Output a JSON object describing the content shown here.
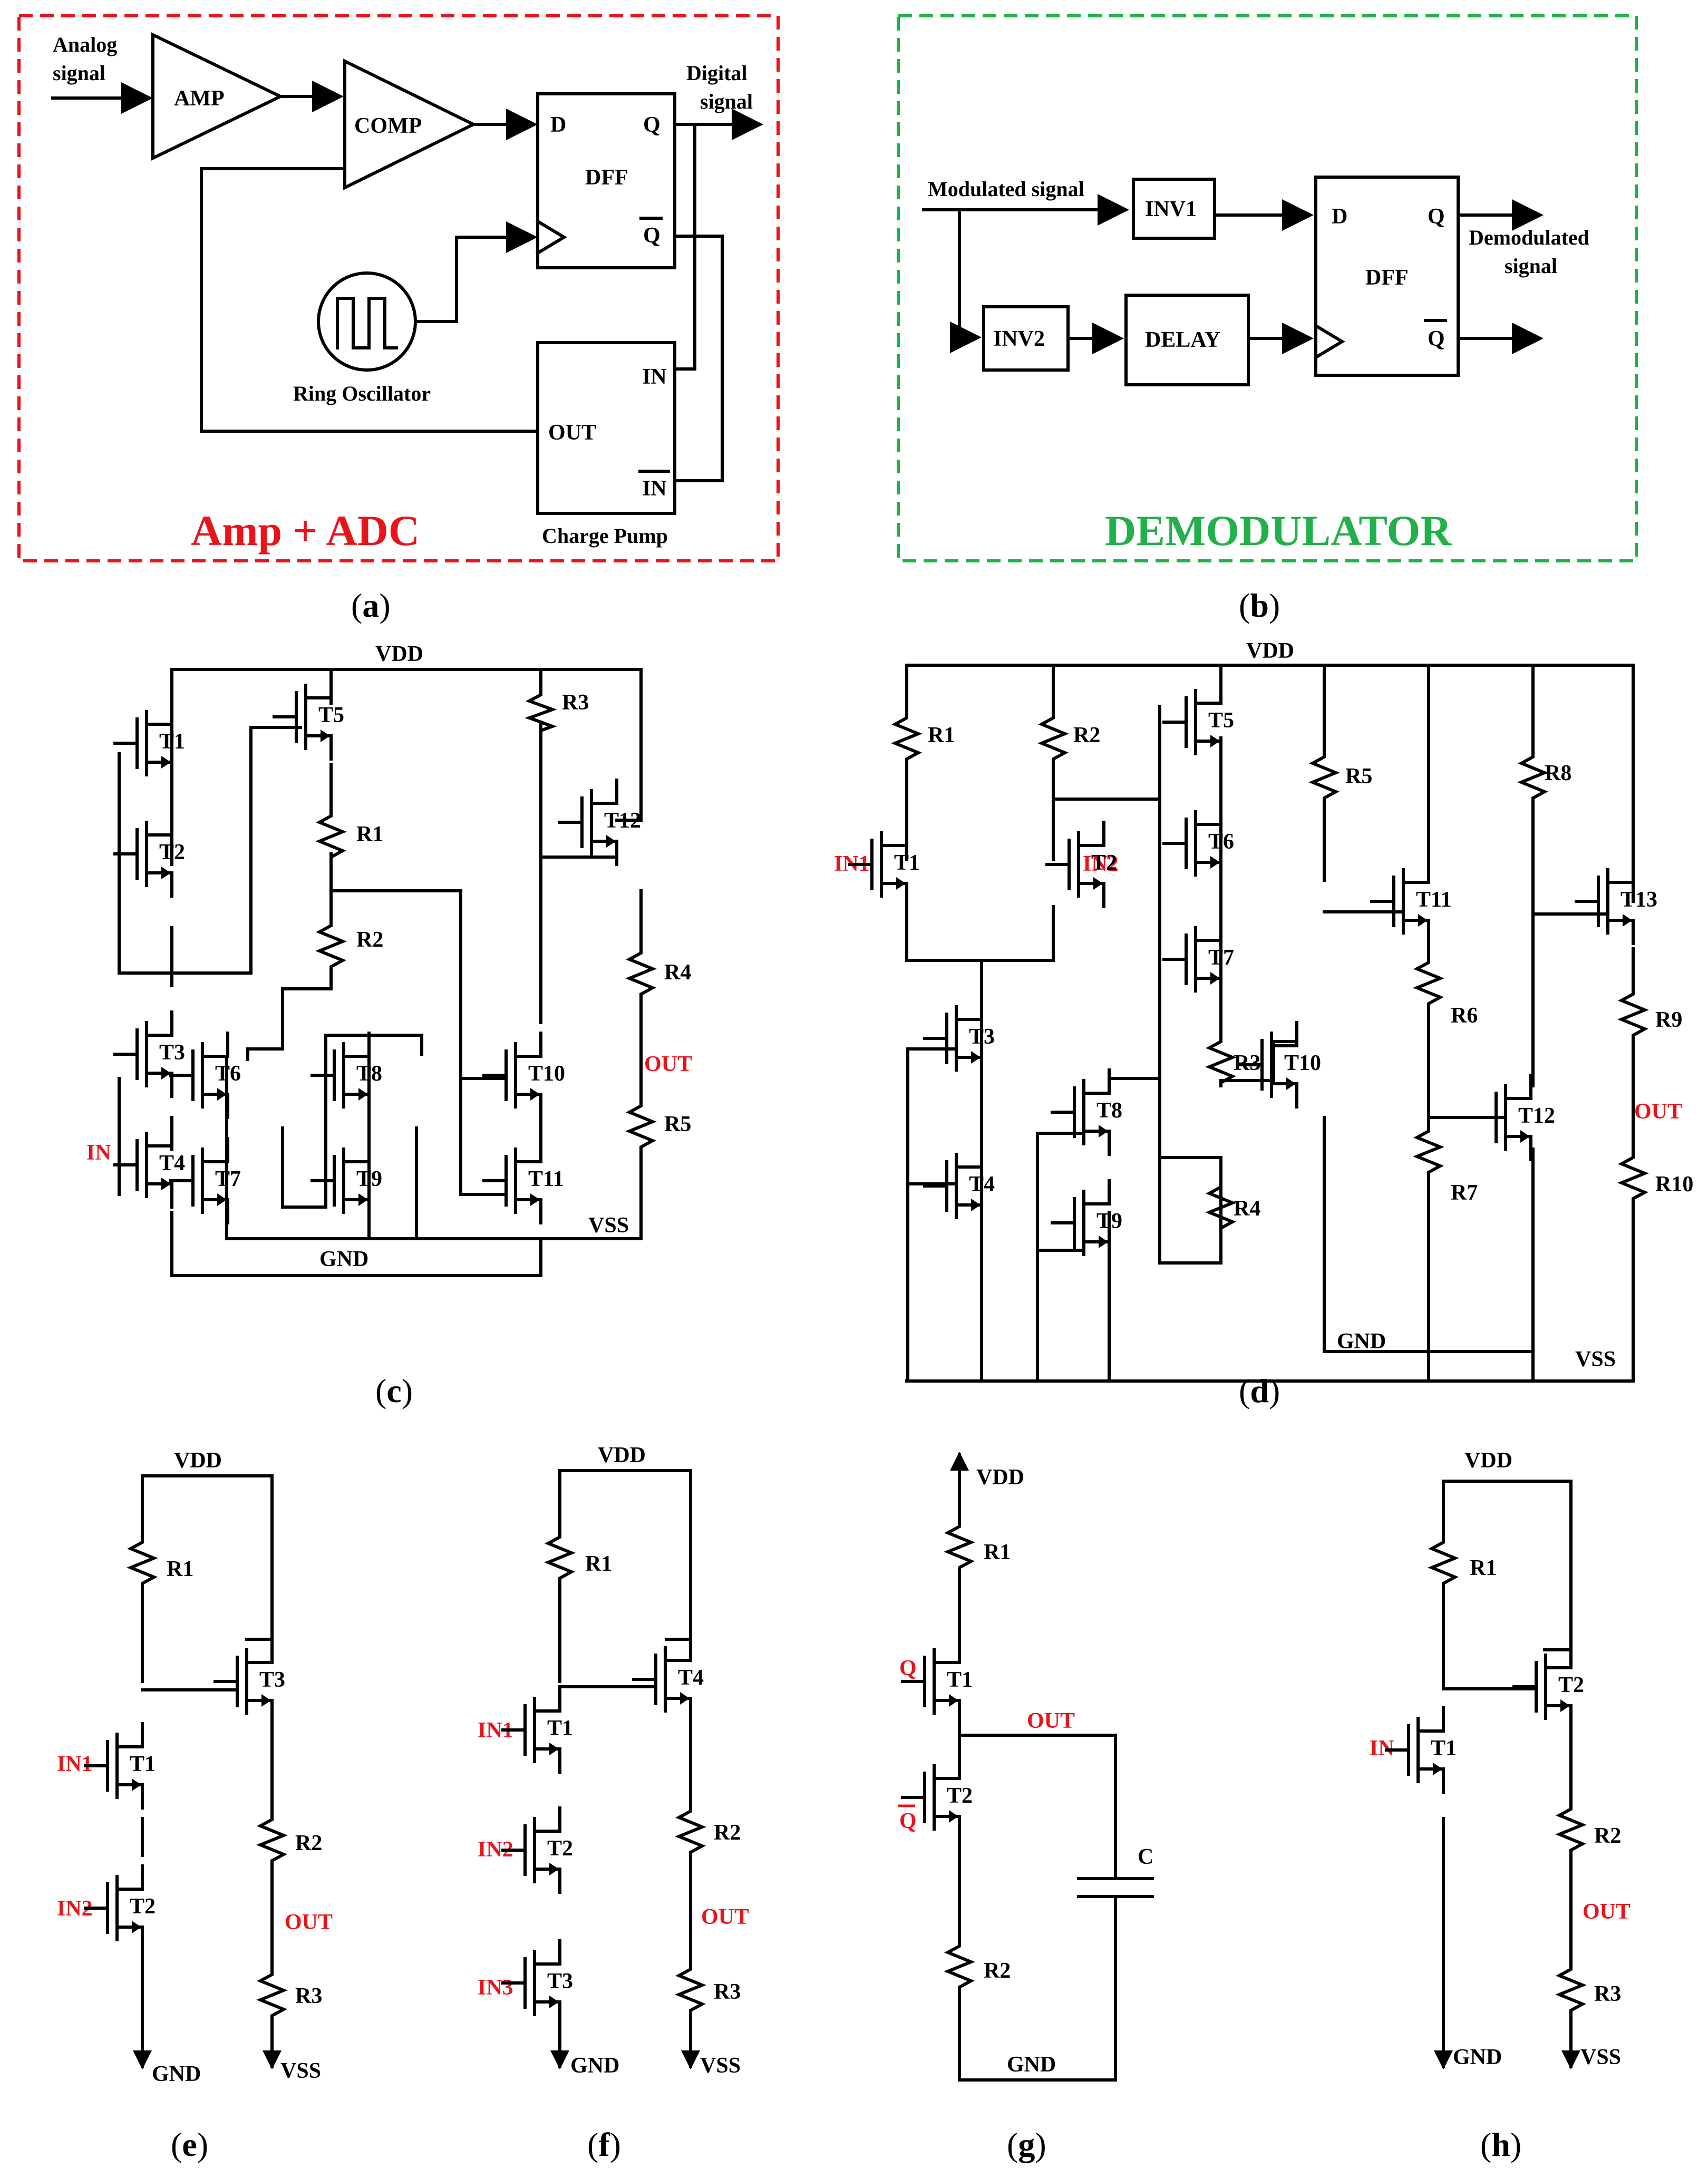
{
  "panels": {
    "a": {
      "caption": "a",
      "title": "Amp + ADC",
      "frame_color": "#e8141c",
      "labels": {
        "analog": [
          "Analog",
          "signal"
        ],
        "amp": "AMP",
        "comp": "COMP",
        "d": "D",
        "q": "Q",
        "qbar": "Q",
        "dff": "DFF",
        "digital": [
          "Digital",
          "signal"
        ],
        "ring": "Ring Oscillator",
        "out": "OUT",
        "in": "IN",
        "inbar": "IN",
        "pump": "Charge Pump"
      }
    },
    "b": {
      "caption": "b",
      "title": "DEMODULATOR",
      "frame_color": "#22b04a",
      "labels": {
        "modulated": "Modulated signal",
        "inv1": "INV1",
        "inv2": "INV2",
        "delay": "DELAY",
        "d": "D",
        "q": "Q",
        "qbar": "Q",
        "dff": "DFF",
        "demod": [
          "Demodulated",
          "signal"
        ]
      }
    },
    "c": {
      "caption": "c",
      "labels": {
        "vdd": "VDD",
        "gnd": "GND",
        "vss": "VSS",
        "in": "IN",
        "out": "OUT"
      },
      "transistors": [
        "T1",
        "T2",
        "T3",
        "T4",
        "T5",
        "T6",
        "T7",
        "T8",
        "T9",
        "T10",
        "T11",
        "T12"
      ],
      "resistors": [
        "R1",
        "R2",
        "R3",
        "R4",
        "R5"
      ]
    },
    "d": {
      "caption": "d",
      "labels": {
        "vdd": "VDD",
        "gnd": "GND",
        "vss": "VSS",
        "in1": "IN1",
        "in2": "IN2",
        "out": "OUT"
      },
      "transistors": [
        "T1",
        "T2",
        "T3",
        "T4",
        "T5",
        "T6",
        "T7",
        "T8",
        "T9",
        "T10",
        "T11",
        "T12",
        "T13"
      ],
      "resistors": [
        "R1",
        "R2",
        "R3",
        "R4",
        "R5",
        "R6",
        "R7",
        "R8",
        "R9",
        "R10"
      ]
    },
    "e": {
      "caption": "e",
      "labels": {
        "vdd": "VDD",
        "gnd": "GND",
        "vss": "VSS",
        "in1": "IN1",
        "in2": "IN2",
        "out": "OUT",
        "r1": "R1",
        "r2": "R2",
        "r3": "R3",
        "t1": "T1",
        "t2": "T2",
        "t3": "T3"
      }
    },
    "f": {
      "caption": "f",
      "labels": {
        "vdd": "VDD",
        "gnd": "GND",
        "vss": "VSS",
        "in1": "IN1",
        "in2": "IN2",
        "in3": "IN3",
        "out": "OUT",
        "r1": "R1",
        "r2": "R2",
        "r3": "R3",
        "t1": "T1",
        "t2": "T2",
        "t3": "T3",
        "t4": "T4"
      }
    },
    "g": {
      "caption": "g",
      "labels": {
        "vdd": "VDD",
        "gnd": "GND",
        "q": "Q",
        "qbar": "Q",
        "out": "OUT",
        "c": "C",
        "r1": "R1",
        "r2": "R2",
        "t1": "T1",
        "t2": "T2"
      }
    },
    "h": {
      "caption": "h",
      "labels": {
        "vdd": "VDD",
        "gnd": "GND",
        "vss": "VSS",
        "in": "IN",
        "out": "OUT",
        "r1": "R1",
        "r2": "R2",
        "r3": "R3",
        "t1": "T1",
        "t2": "T2"
      }
    }
  }
}
